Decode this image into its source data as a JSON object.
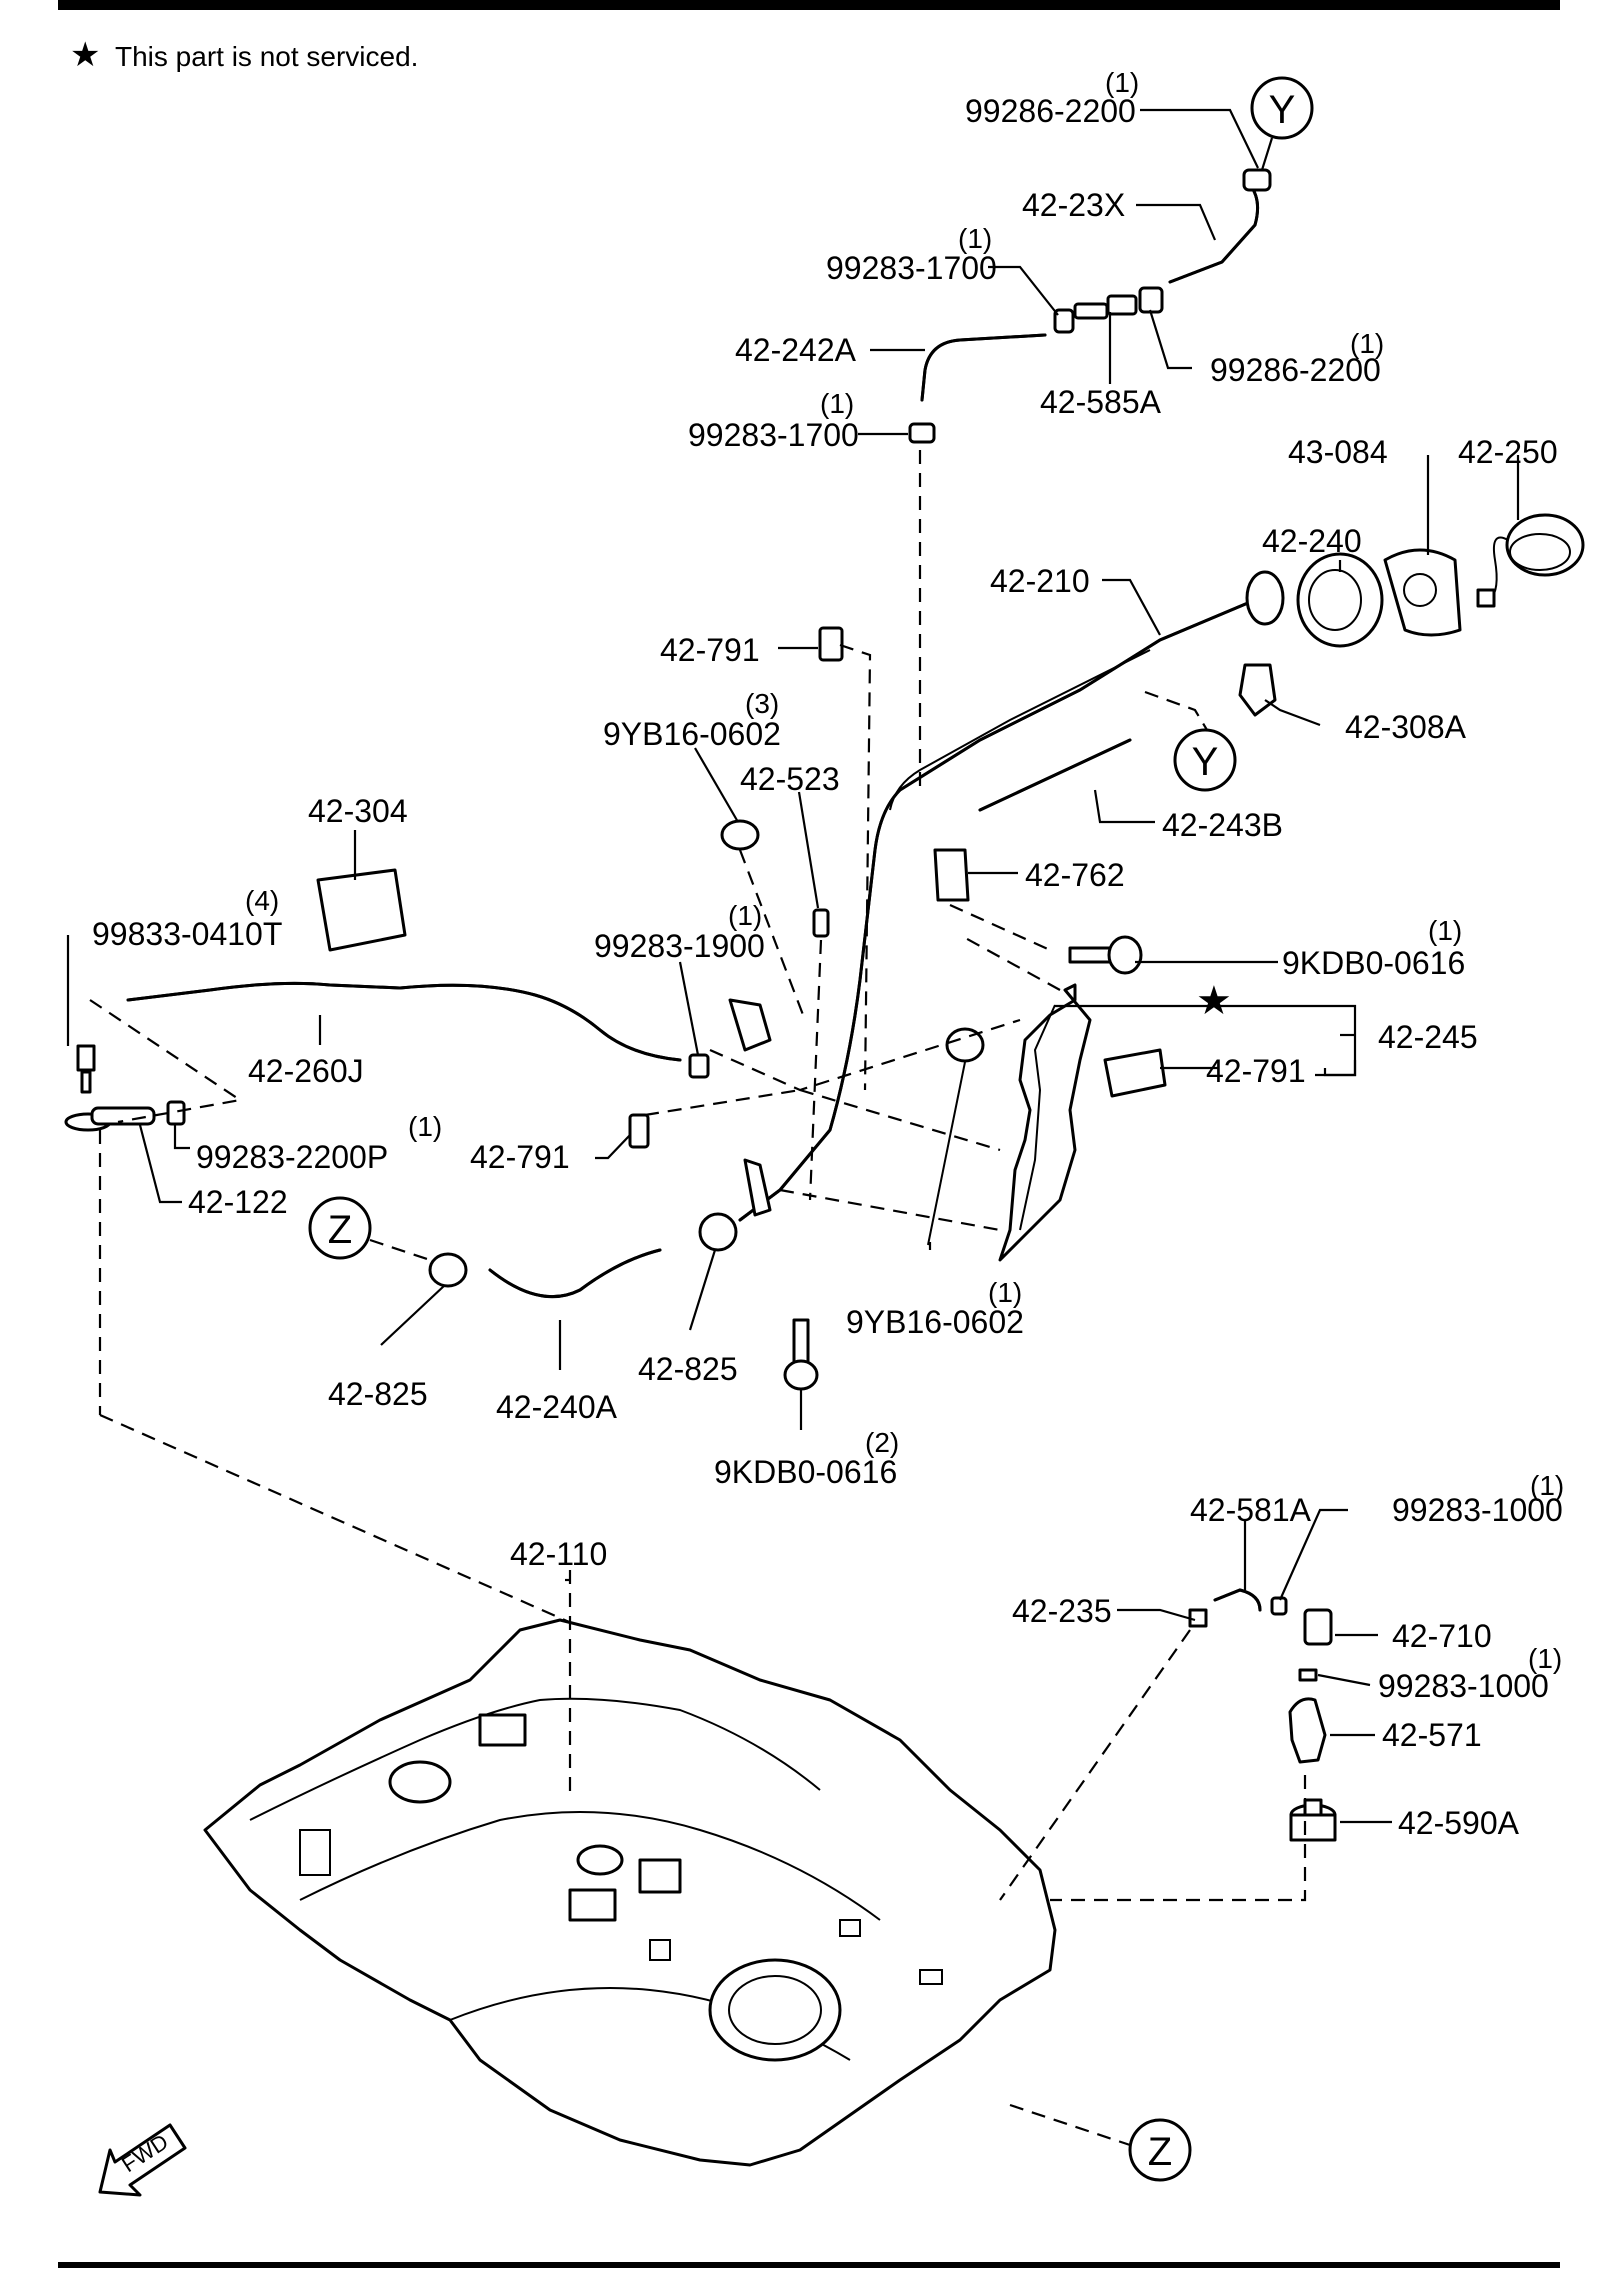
{
  "note": {
    "symbol": "★",
    "text": "This part is not serviced."
  },
  "labels": [
    {
      "id": "99286-2200-top",
      "part": "99286-2200",
      "qty": "(1)"
    },
    {
      "id": "42-23X",
      "part": "42-23X",
      "qty": ""
    },
    {
      "id": "99283-1700-a",
      "part": "99283-1700",
      "qty": "(1)"
    },
    {
      "id": "42-242A",
      "part": "42-242A",
      "qty": ""
    },
    {
      "id": "99286-2200-b",
      "part": "99286-2200",
      "qty": "(1)"
    },
    {
      "id": "42-585A",
      "part": "42-585A",
      "qty": ""
    },
    {
      "id": "99283-1700-b",
      "part": "99283-1700",
      "qty": "(1)"
    },
    {
      "id": "43-084",
      "part": "43-084",
      "qty": ""
    },
    {
      "id": "42-250",
      "part": "42-250",
      "qty": ""
    },
    {
      "id": "42-240",
      "part": "42-240",
      "qty": ""
    },
    {
      "id": "42-210",
      "part": "42-210",
      "qty": ""
    },
    {
      "id": "42-791-a",
      "part": "42-791",
      "qty": ""
    },
    {
      "id": "42-308A",
      "part": "42-308A",
      "qty": ""
    },
    {
      "id": "9YB16-0602-a",
      "part": "9YB16-0602",
      "qty": "(3)"
    },
    {
      "id": "42-523",
      "part": "42-523",
      "qty": ""
    },
    {
      "id": "42-243B",
      "part": "42-243B",
      "qty": ""
    },
    {
      "id": "42-304",
      "part": "42-304",
      "qty": ""
    },
    {
      "id": "42-762",
      "part": "42-762",
      "qty": ""
    },
    {
      "id": "99833-0410T",
      "part": "99833-0410T",
      "qty": "(4)"
    },
    {
      "id": "99283-1900",
      "part": "99283-1900",
      "qty": "(1)"
    },
    {
      "id": "9KDB0-0616-a",
      "part": "9KDB0-0616",
      "qty": "(1)"
    },
    {
      "id": "42-245",
      "part": "42-245",
      "qty": ""
    },
    {
      "id": "42-260J",
      "part": "42-260J",
      "qty": ""
    },
    {
      "id": "42-791-b",
      "part": "42-791",
      "qty": ""
    },
    {
      "id": "99283-2200P",
      "part": "99283-2200P",
      "qty": "(1)"
    },
    {
      "id": "42-791-c",
      "part": "42-791",
      "qty": ""
    },
    {
      "id": "42-122",
      "part": "42-122",
      "qty": ""
    },
    {
      "id": "9YB16-0602-b",
      "part": "9YB16-0602",
      "qty": "(1)"
    },
    {
      "id": "42-825-a",
      "part": "42-825",
      "qty": ""
    },
    {
      "id": "42-240A",
      "part": "42-240A",
      "qty": ""
    },
    {
      "id": "42-825-b",
      "part": "42-825",
      "qty": ""
    },
    {
      "id": "9KDB0-0616-b",
      "part": "9KDB0-0616",
      "qty": "(2)"
    },
    {
      "id": "42-581A",
      "part": "42-581A",
      "qty": ""
    },
    {
      "id": "99283-1000-a",
      "part": "99283-1000",
      "qty": "(1)"
    },
    {
      "id": "42-110",
      "part": "42-110",
      "qty": ""
    },
    {
      "id": "42-235",
      "part": "42-235",
      "qty": ""
    },
    {
      "id": "42-710",
      "part": "42-710",
      "qty": ""
    },
    {
      "id": "99283-1000-b",
      "part": "99283-1000",
      "qty": "(1)"
    },
    {
      "id": "42-571",
      "part": "42-571",
      "qty": ""
    },
    {
      "id": "42-590A",
      "part": "42-590A",
      "qty": ""
    }
  ],
  "references": {
    "y_top": "Y",
    "y_mid": "Y",
    "z_left": "Z",
    "z_bottom": "Z"
  },
  "star_marker": "★",
  "fwd_arrow": "FWD"
}
